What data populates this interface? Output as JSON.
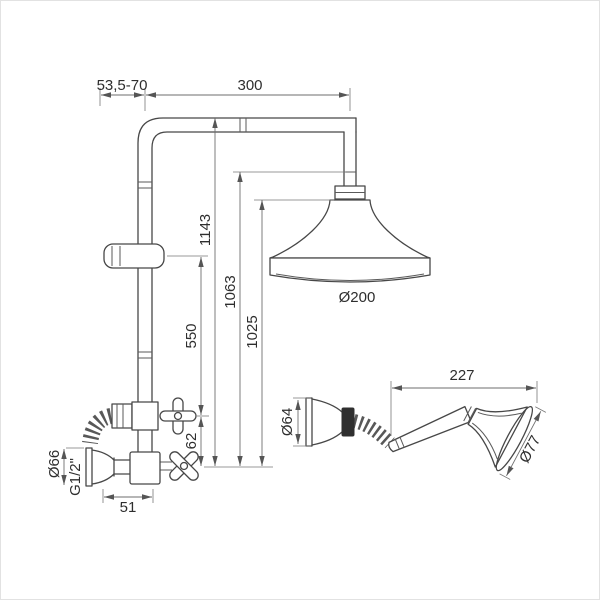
{
  "page": {
    "background": "#ffffff",
    "line_color": "#474747",
    "dim_color": "#6e6e6e",
    "text_color": "#2e2e2e"
  },
  "main_view": {
    "dim_wall_offset": "53,5-70",
    "dim_arm_length": "300",
    "dim_height_total": "1143",
    "dim_height_arm": "1063",
    "dim_height_head": "1025",
    "dim_riser_span": "550",
    "dim_valve_gap": "62",
    "dim_base_depth": "51",
    "dim_flange_diameter": "Ø66",
    "dim_thread": "G1/2\"",
    "dim_head_diameter": "Ø200"
  },
  "hand_shower_view": {
    "dim_length": "227",
    "dim_cone_diameter": "Ø64",
    "dim_head_diameter": "Ø77"
  }
}
